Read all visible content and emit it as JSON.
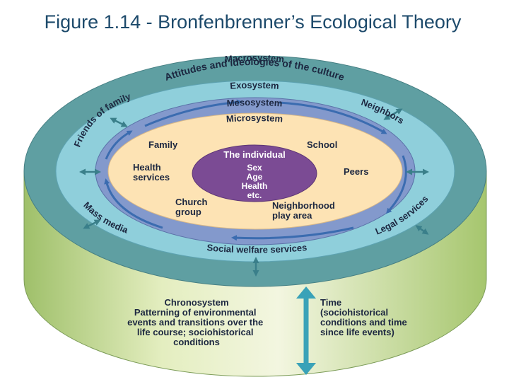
{
  "title": "Figure 1.14 - Bronfenbrenner’s Ecological Theory",
  "macrosystem": {
    "name": "Macrosystem",
    "description": "Attitudes and ideologies of the culture"
  },
  "exosystem": {
    "name": "Exosystem",
    "items": [
      "Friends of family",
      "Neighbors",
      "Mass media",
      "Legal services",
      "Social welfare services"
    ]
  },
  "mesosystem": {
    "name": "Mesosystem"
  },
  "microsystem": {
    "name": "Microsystem",
    "items": [
      "Family",
      "School",
      "Health services",
      "Peers",
      "Church group",
      "Neighborhood play area"
    ]
  },
  "individual": {
    "name": "The individual",
    "traits": [
      "Sex",
      "Age",
      "Health",
      "etc."
    ]
  },
  "chronosystem": {
    "name": "Chronosystem",
    "description": [
      "Patterning of environmental",
      "events and transitions over the",
      "life course; sociohistorical",
      "conditions"
    ]
  },
  "time": {
    "name": "Time",
    "description": [
      "(sociohistorical",
      "conditions and time",
      "since life events)"
    ]
  },
  "colors": {
    "macro_ring": "#5f9fa2",
    "exo_ring": "#8fcfdb",
    "meso_ring": "#8399cc",
    "micro_fill": "#fde3b4",
    "individual": "#7b4b94",
    "cylinder_side": "#c2d88c",
    "arrow": "#3b6cb0"
  }
}
